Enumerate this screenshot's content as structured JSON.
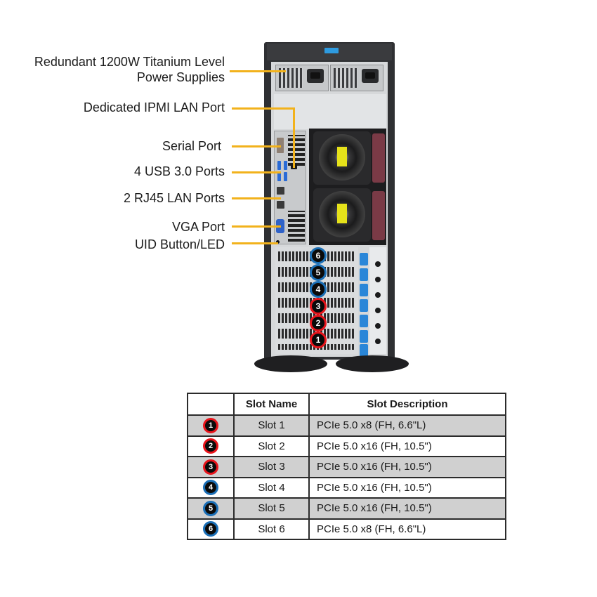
{
  "callouts": [
    {
      "id": "psu",
      "lines": [
        "Redundant  1200W Titanium  Level",
        "Power Supplies"
      ]
    },
    {
      "id": "ipmi",
      "lines": [
        "Dedicated IPMI  LAN Port"
      ]
    },
    {
      "id": "serial",
      "lines": [
        "Serial Port"
      ]
    },
    {
      "id": "usb",
      "lines": [
        "4 USB 3.0 Ports"
      ]
    },
    {
      "id": "lan",
      "lines": [
        "2  RJ45 LAN Ports"
      ]
    },
    {
      "id": "vga",
      "lines": [
        "VGA Port"
      ]
    },
    {
      "id": "uid",
      "lines": [
        "UID Button/LED"
      ]
    }
  ],
  "colors": {
    "leader": "#f2b21c",
    "badge_red": "#e8141b",
    "badge_blue": "#1b6fb6",
    "row_shade": "#d0d0d0"
  },
  "server_badges": [
    {
      "number": "6",
      "color": "blue"
    },
    {
      "number": "5",
      "color": "blue"
    },
    {
      "number": "4",
      "color": "blue"
    },
    {
      "number": "3",
      "color": "red"
    },
    {
      "number": "2",
      "color": "red"
    },
    {
      "number": "1",
      "color": "red"
    }
  ],
  "table": {
    "headers": [
      "",
      "Slot Name",
      "Slot Description"
    ],
    "rows": [
      {
        "badge": "1",
        "color": "red",
        "name": "Slot 1",
        "description": "PCIe  5.0 x8 (FH, 6.6\"L)",
        "shaded": true
      },
      {
        "badge": "2",
        "color": "red",
        "name": "Slot 2",
        "description": "PCIe  5.0 x16 (FH,  10.5\")",
        "shaded": false
      },
      {
        "badge": "3",
        "color": "red",
        "name": "Slot 3",
        "description": "PCIe  5.0 x16 (FH,  10.5\")",
        "shaded": true
      },
      {
        "badge": "4",
        "color": "blue",
        "name": "Slot 4",
        "description": "PCIe  5.0 x16 (FH,  10.5\")",
        "shaded": false
      },
      {
        "badge": "5",
        "color": "blue",
        "name": "Slot 5",
        "description": "PCIe  5.0 x16 (FH,  10.5\")",
        "shaded": true
      },
      {
        "badge": "6",
        "color": "blue",
        "name": "Slot 6",
        "description": "PCIe  5.0 x8 (FH, 6.6\"L)",
        "shaded": false
      }
    ]
  }
}
